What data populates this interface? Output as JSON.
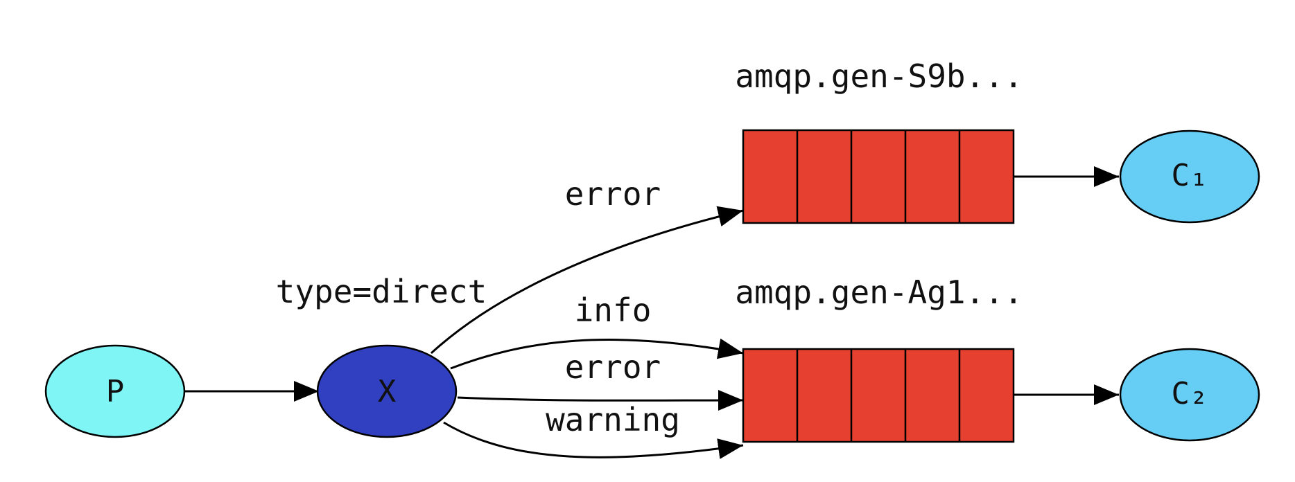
{
  "diagram": {
    "colors": {
      "producer": "#7ff5f5",
      "exchange": "#3040c0",
      "queue": "#e64030",
      "consumer": "#66cdf5",
      "stroke": "#000000"
    },
    "nodes": {
      "producer": {
        "label": "P"
      },
      "exchange": {
        "label": "X",
        "type_label": "type=direct"
      },
      "queue1": {
        "label": "amqp.gen-S9b..."
      },
      "queue2": {
        "label": "amqp.gen-Ag1..."
      },
      "consumer1": {
        "label": "C₁"
      },
      "consumer2": {
        "label": "C₂"
      }
    },
    "edges": {
      "x_q1": {
        "label": "error"
      },
      "x_q2_info": {
        "label": "info"
      },
      "x_q2_error": {
        "label": "error"
      },
      "x_q2_warning": {
        "label": "warning"
      }
    }
  }
}
